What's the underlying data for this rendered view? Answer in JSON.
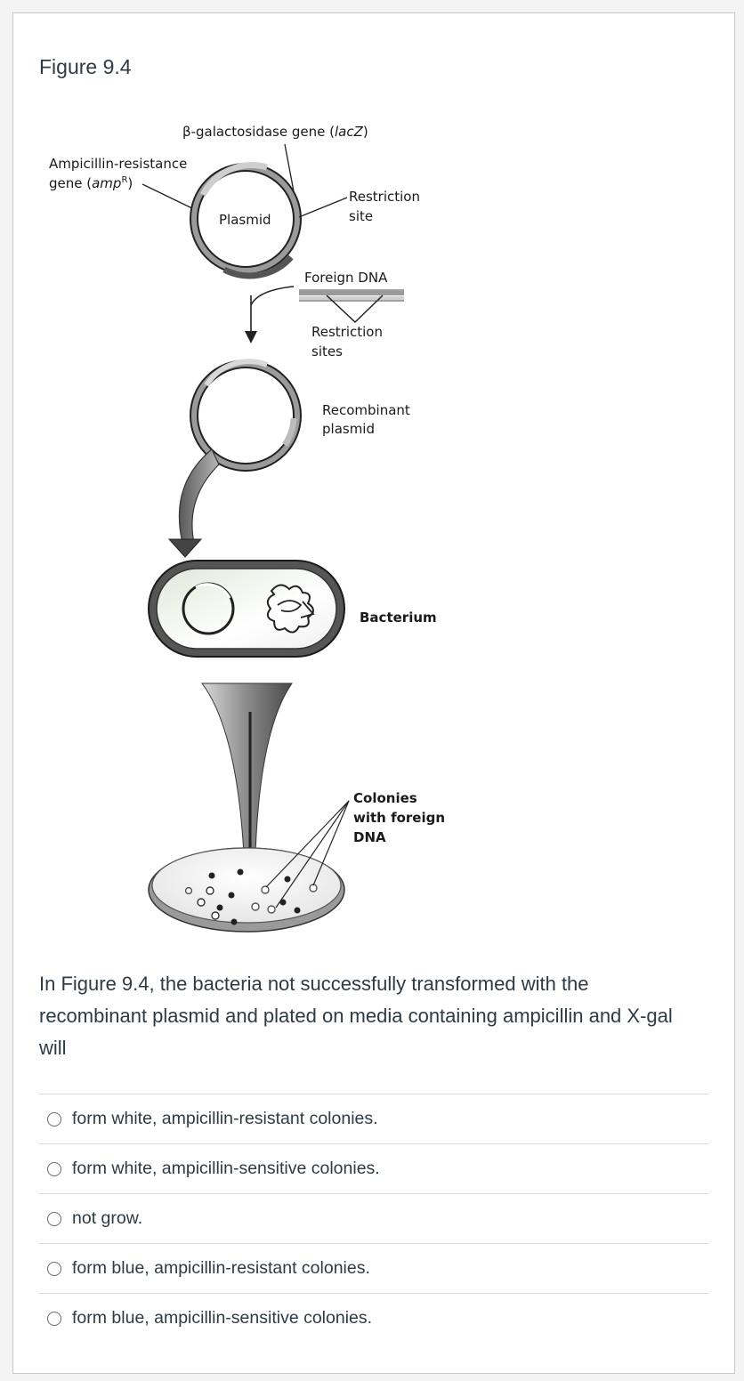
{
  "figure": {
    "title": "Figure 9.4",
    "labels": {
      "lacz_prefix": "β-galactosidase gene (",
      "lacz_italic": "lacZ",
      "lacz_suffix": ")",
      "amp_line1": "Ampicillin-resistance",
      "amp_line2_prefix": "gene (",
      "amp_line2_italic": "amp",
      "amp_line2_sup": "R",
      "amp_line2_suffix": ")",
      "plasmid": "Plasmid",
      "restriction_site_1": "Restriction",
      "restriction_site_2": "site",
      "foreign_dna": "Foreign DNA",
      "restriction_sites_1": "Restriction",
      "restriction_sites_2": "sites",
      "recombinant_1": "Recombinant",
      "recombinant_2": "plasmid",
      "bacterium": "Bacterium",
      "colonies_1": "Colonies",
      "colonies_2": "with foreign",
      "colonies_3": "DNA"
    }
  },
  "question": {
    "text": "In Figure 9.4, the bacteria not successfully transformed with the recombinant plasmid and plated on media containing ampicillin and X-gal will"
  },
  "answers": [
    {
      "label": "form white, ampicillin-resistant colonies."
    },
    {
      "label": "form white, ampicillin-sensitive colonies."
    },
    {
      "label": "not grow."
    },
    {
      "label": "form blue, ampicillin-resistant colonies."
    },
    {
      "label": "form blue, ampicillin-sensitive colonies."
    }
  ]
}
